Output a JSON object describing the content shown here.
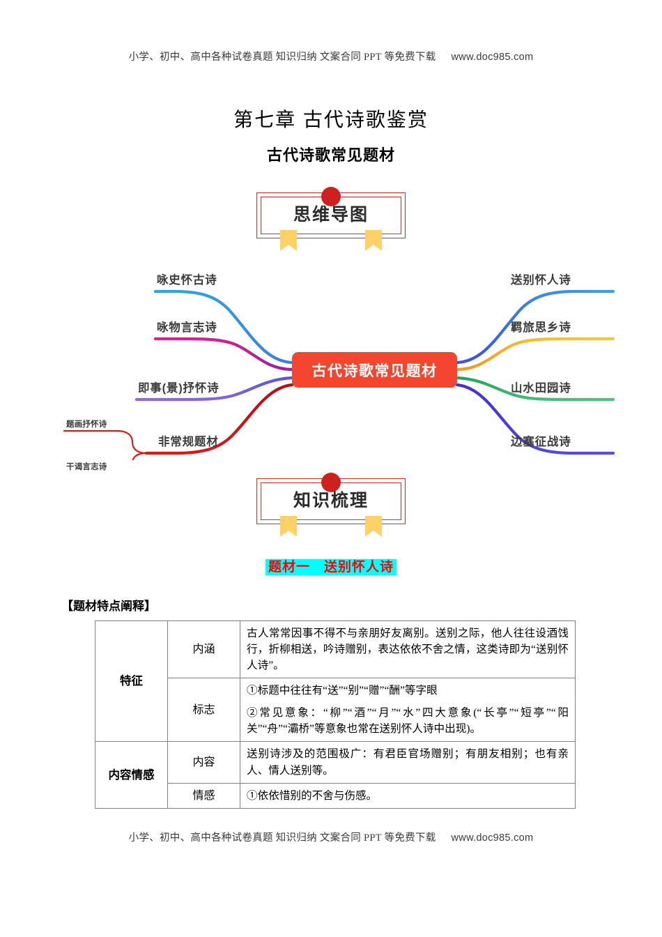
{
  "watermark": {
    "text": "小学、初中、高中各种试卷真题  知识归纳  文案合同  PPT 等免费下载",
    "url": "www.doc985.com"
  },
  "title": "第七章 古代诗歌鉴赏",
  "subtitle": "古代诗歌常见题材",
  "banners": {
    "mindmap": "思维导图",
    "knowledge": "知识梳理"
  },
  "mindmap": {
    "center": "古代诗歌常见题材",
    "left_branches": [
      {
        "label": "咏史怀古诗",
        "color": "#29a8e0"
      },
      {
        "label": "咏物言志诗",
        "color": "#e0208c"
      },
      {
        "label": "即事(景)抒怀诗",
        "color": "#7b5ee0"
      },
      {
        "label": "非常规题材",
        "color": "#e01b1b"
      }
    ],
    "left_sub_branches": [
      {
        "label": "题画抒怀诗",
        "color": "#e01b1b"
      },
      {
        "label": "干谒言志诗",
        "color": "#e01b1b"
      }
    ],
    "right_branches": [
      {
        "label": "送别怀人诗",
        "color": "#3b7fe0"
      },
      {
        "label": "羁旅思乡诗",
        "color": "#f0b41e"
      },
      {
        "label": "山水田园诗",
        "color": "#35b36a"
      },
      {
        "label": "边塞征战诗",
        "color": "#4a3fe0"
      }
    ],
    "center_color": "#f4452f"
  },
  "topic_heading": "题材一　送别怀人诗",
  "section_label": "【题材特点阐释】",
  "table": {
    "rows": [
      {
        "category": "特征",
        "category_rowspan": 2,
        "sub": "内涵",
        "body": [
          "古人常常因事不得不与亲朋好友离别。送别之际，他人往往设酒饯行，折柳相送，吟诗赠别，表达依依不舍之情，这类诗即为“送别怀人诗”。"
        ]
      },
      {
        "sub": "标志",
        "body": [
          "①标题中往往有“送”“别”“赠”“酬”等字眼",
          "②常见意象：“柳”“酒”“月”“水”四大意象(“长亭”“短亭”“阳关”“舟”“灞桥”等意象也常在送别怀人诗中出现)。"
        ]
      },
      {
        "category": "内容情感",
        "category_rowspan": 2,
        "sub": "内容",
        "body": [
          "送别诗涉及的范围极广：有君臣官场赠别；有朋友相别；也有亲人、情人送别等。"
        ]
      },
      {
        "sub": "情感",
        "body": [
          "①依依惜别的不舍与伤感。"
        ]
      }
    ]
  }
}
